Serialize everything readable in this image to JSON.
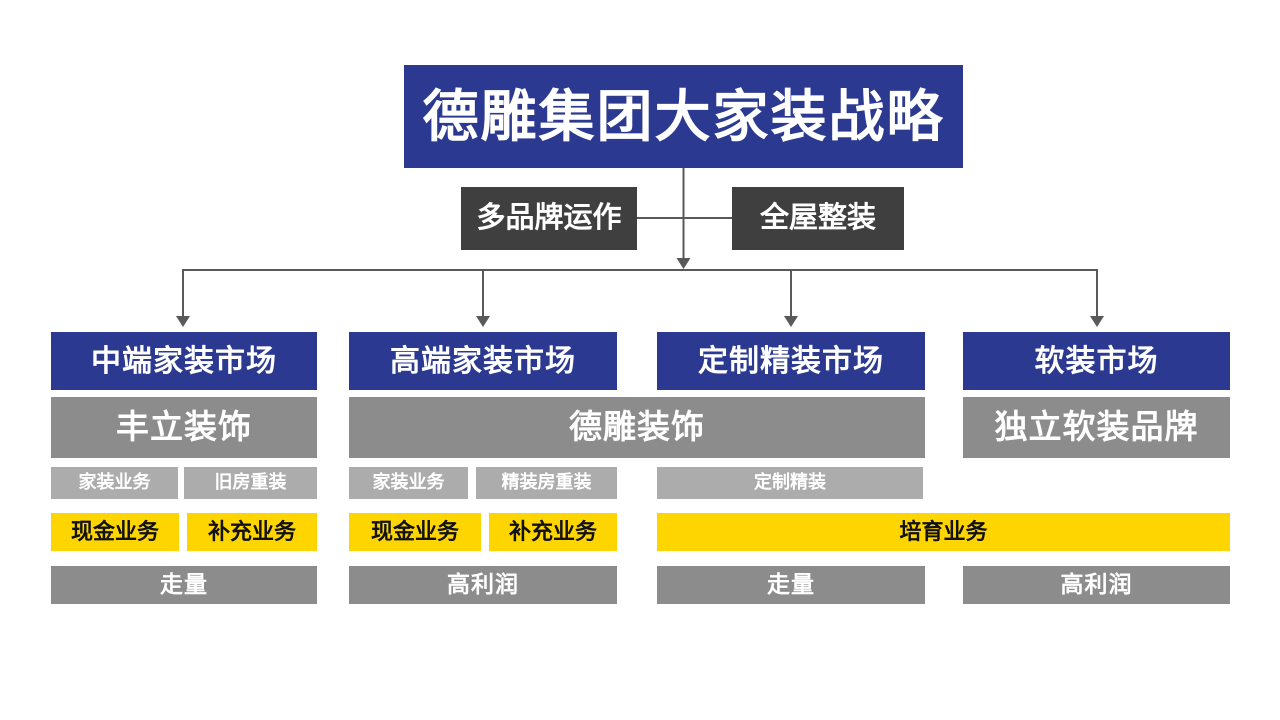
{
  "title": "德雕集团大家装战略",
  "tags": {
    "left": "多品牌运作",
    "right": "全屋整装"
  },
  "markets": [
    "中端家装市场",
    "高端家装市场",
    "定制精装市场",
    "软装市场"
  ],
  "brands": {
    "col1": "丰立装饰",
    "col23": "德雕装饰",
    "col4": "独立软装品牌"
  },
  "segments": {
    "col1": [
      "家装业务",
      "旧房重装"
    ],
    "col2": [
      "家装业务",
      "精装房重装"
    ],
    "col3": [
      "定制精装"
    ]
  },
  "business": {
    "col1": [
      "现金业务",
      "补充业务"
    ],
    "col2": [
      "现金业务",
      "补充业务"
    ],
    "col34": "培育业务"
  },
  "positioning": [
    "走量",
    "高利润",
    "走量",
    "高利润"
  ],
  "colors": {
    "primary_blue": "#2B3990",
    "dark_gray": "#3F3F3F",
    "mid_gray": "#8C8C8C",
    "light_gray": "#ACACAC",
    "yellow": "#FFD500",
    "line": "#595959",
    "text_light": "#FFFFFF",
    "text_dark": "#111111"
  }
}
